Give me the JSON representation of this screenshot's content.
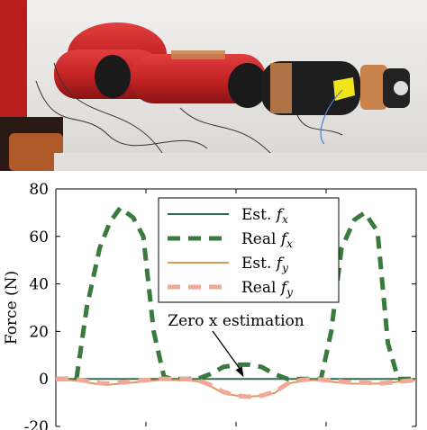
{
  "photo": {
    "colors": {
      "robot_red": "#c42424",
      "tape_copper": "#c8844c",
      "tag_yellow": "#f2e21a",
      "wall": "#e8e6e3"
    },
    "icon": "robot-arm-with-sensors-photo"
  },
  "chart_data": {
    "type": "line",
    "ylabel": "Force (N)",
    "ylim": [
      -20,
      80
    ],
    "yticks": [
      -20,
      0,
      20,
      40,
      60,
      80
    ],
    "xlim": [
      0,
      14
    ],
    "grid": false,
    "legend_placement": "top-right",
    "annotation": {
      "text": "Zero x estimation",
      "x": 7.3,
      "y": 0
    },
    "series": [
      {
        "name": "Est. f_x",
        "name_main": "Est.",
        "name_sym": "f",
        "name_sub": "x",
        "color": "#2f6b4f",
        "style": "solid",
        "width": 2,
        "x": [
          0,
          14
        ],
        "y": [
          0,
          0
        ]
      },
      {
        "name": "Real f_x",
        "name_main": "Real",
        "name_sym": "f",
        "name_sub": "x",
        "color": "#3b7a3e",
        "style": "dashed",
        "width": 5,
        "x": [
          0,
          0.5,
          0.8,
          1.2,
          1.7,
          2.1,
          2.5,
          3.0,
          3.4,
          3.8,
          4.2,
          4.5,
          5.0,
          5.5,
          6.0,
          6.5,
          7.0,
          7.5,
          8.0,
          8.5,
          9.0,
          9.5,
          10.0,
          10.3,
          10.7,
          11.1,
          11.6,
          12.0,
          12.5,
          12.9,
          13.3,
          13.7,
          14.0
        ],
        "y": [
          0,
          0,
          0,
          30,
          55,
          66,
          72,
          68,
          60,
          20,
          1,
          0,
          0,
          0,
          2,
          5,
          6,
          6,
          5,
          2,
          0,
          0,
          0,
          0,
          20,
          55,
          67,
          70,
          62,
          15,
          0,
          0,
          0
        ]
      },
      {
        "name": "Est. f_y",
        "name_main": "Est.",
        "name_sym": "f",
        "name_sub": "y",
        "color": "#d99a5b",
        "style": "solid",
        "width": 2,
        "x": [
          0,
          0.5,
          1.0,
          1.5,
          2.0,
          2.5,
          3.0,
          3.5,
          4.0,
          4.5,
          5.0,
          5.5,
          6.0,
          6.5,
          7.0,
          7.5,
          8.0,
          8.5,
          9.0,
          9.5,
          10.0,
          10.5,
          11.0,
          11.5,
          12.0,
          12.5,
          13.0,
          13.5,
          14.0
        ],
        "y": [
          -0.5,
          -0.5,
          -1,
          -2,
          -2.5,
          -2,
          -1.5,
          -1,
          -0.5,
          -0.5,
          -0.5,
          -1,
          -3,
          -6,
          -7,
          -7.5,
          -7,
          -6,
          -2,
          -1,
          -0.5,
          -1,
          -1.5,
          -2,
          -2,
          -2,
          -1.5,
          -1,
          -0.5
        ]
      },
      {
        "name": "Real f_y",
        "name_main": "Real",
        "name_sym": "f",
        "name_sub": "y",
        "color": "#f1a896",
        "style": "dashed",
        "width": 5,
        "x": [
          0,
          0.5,
          1.0,
          1.5,
          2.0,
          2.5,
          3.0,
          3.5,
          4.0,
          4.5,
          5.0,
          5.5,
          6.0,
          6.5,
          7.0,
          7.5,
          8.0,
          8.5,
          9.0,
          9.5,
          10.0,
          10.5,
          11.0,
          11.5,
          12.0,
          12.5,
          13.0,
          13.5,
          14.0
        ],
        "y": [
          0,
          0,
          -0.5,
          -1.5,
          -2,
          -1.5,
          -1,
          -0.5,
          0,
          0,
          0,
          -0.5,
          -2.5,
          -5.5,
          -7,
          -7.5,
          -7,
          -5.5,
          -2,
          -0.5,
          0,
          -0.5,
          -1,
          -1.5,
          -1.5,
          -2,
          -1.5,
          -1,
          -0.5
        ]
      }
    ]
  }
}
